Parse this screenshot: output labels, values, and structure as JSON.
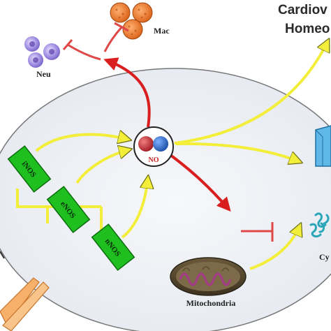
{
  "title_lines": [
    "Cardiov",
    "Homeo"
  ],
  "nodes": {
    "mac": "Mac",
    "neu": "Neu",
    "no": "NO",
    "inos": "iNOS",
    "enos": "eNOS",
    "nnos": "nNOS",
    "mitochondria": "Mitochondria",
    "cy": "Cy"
  },
  "colors": {
    "nos_green": "#1fbf1f",
    "yellow_arrow": "#f2ee3a",
    "red_arrow": "#d81e1e",
    "inhibit_red": "#e04848",
    "mac_orange": "#f07a22",
    "neu_purple": "#8a7ad8",
    "cyto_teal": "#2aa6b8",
    "cell_fill": "#edf0f5",
    "no_red": "#c8303a",
    "no_blue": "#2f6fd0"
  }
}
